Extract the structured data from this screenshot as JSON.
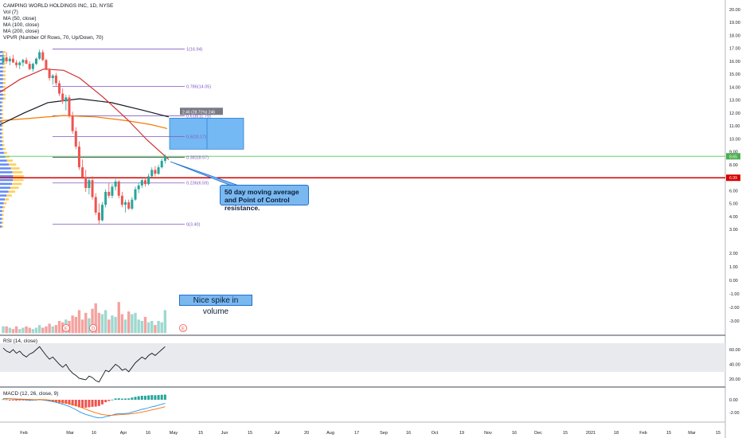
{
  "legend": {
    "title": "CAMPING WORLD HOLDINGS INC, 1D, NYSE",
    "lines": [
      "Vol (7)",
      "MA (50, close)",
      "MA (100, close)",
      "MA (200, close)",
      "VPVR (Number Of Rows, 70, Up/Down, 70)"
    ]
  },
  "panes": {
    "rsi_title": "RSI (14, close)",
    "macd_title": "MACD (12, 26, close, 9)"
  },
  "annotations": {
    "ma_note": "50 day moving average and Point of Control resistance.",
    "volume_note": "Nice spike in volume"
  },
  "price_badges": {
    "current": "8.65",
    "poc": "6.99"
  },
  "colors": {
    "up": "#26a69a",
    "down": "#ef5350",
    "ma50": "#d32f2f",
    "ma100": "#131722",
    "ma200": "#f57c00",
    "fib": "#7e57c2",
    "rsi": "#131722",
    "macd": "#2196f3",
    "signal": "#ff6d00"
  },
  "chart_data": {
    "type": "candlestick",
    "x_axis_labels": [
      "Feb",
      "Mar",
      "16",
      "Apr",
      "16",
      "May",
      "15",
      "Jun",
      "15",
      "Jul",
      "20",
      "Aug",
      "17",
      "Sep",
      "16",
      "Oct",
      "19",
      "Nov",
      "16",
      "Dec",
      "15",
      "2021",
      "18",
      "Feb",
      "15",
      "Mar",
      "15"
    ],
    "price_axis": {
      "min": 2.0,
      "max": 20.0,
      "ticks": [
        "20.00",
        "19.00",
        "18.00",
        "17.00",
        "16.00",
        "15.00",
        "14.00",
        "13.00",
        "12.00",
        "11.00",
        "10.00",
        "9.00",
        "8.00",
        "7.00",
        "6.00",
        "5.00",
        "4.00",
        "3.00"
      ]
    },
    "volume_axis_ticks": [
      "2.00",
      "1.00",
      "0.00",
      "-1.00",
      "-2.00",
      "-3.00"
    ],
    "rsi_axis_ticks": [
      "60.00",
      "40.00",
      "20.00"
    ],
    "macd_axis_ticks": [
      "0.00",
      "-2.00"
    ],
    "fib_levels": [
      {
        "label": "1(16.94)",
        "price": 16.94
      },
      {
        "label": "0.786(14.05)",
        "price": 14.05
      },
      {
        "label": "0.618(11.79)",
        "price": 11.79
      },
      {
        "label": "0.5(10.17)",
        "price": 10.17
      },
      {
        "label": "0.382(8.57)",
        "price": 8.57
      },
      {
        "label": "0.236(6.59)",
        "price": 6.59
      },
      {
        "label": "0(3.40)",
        "price": 3.4
      }
    ],
    "measure_label": "2.46 (28.71%) 246",
    "candles": [
      [
        15.9,
        16.6,
        15.7,
        16.3
      ],
      [
        16.3,
        16.7,
        15.8,
        16.0
      ],
      [
        16.0,
        16.4,
        15.7,
        16.2
      ],
      [
        16.2,
        16.5,
        15.9,
        15.9
      ],
      [
        15.9,
        16.1,
        15.5,
        15.7
      ],
      [
        15.7,
        16.0,
        15.4,
        15.9
      ],
      [
        15.9,
        16.2,
        15.6,
        16.1
      ],
      [
        16.1,
        16.3,
        15.8,
        15.8
      ],
      [
        15.8,
        16.0,
        15.3,
        15.4
      ],
      [
        15.4,
        15.9,
        15.2,
        15.8
      ],
      [
        15.8,
        16.3,
        15.7,
        16.2
      ],
      [
        16.2,
        16.9,
        16.1,
        16.7
      ],
      [
        16.7,
        16.9,
        16.0,
        16.1
      ],
      [
        16.1,
        16.2,
        15.3,
        15.4
      ],
      [
        15.4,
        15.5,
        14.5,
        14.7
      ],
      [
        14.7,
        15.0,
        14.2,
        14.9
      ],
      [
        14.9,
        15.1,
        14.1,
        14.3
      ],
      [
        14.3,
        14.5,
        13.3,
        13.5
      ],
      [
        13.5,
        13.9,
        12.7,
        12.9
      ],
      [
        12.9,
        13.4,
        12.2,
        13.2
      ],
      [
        13.2,
        13.4,
        11.6,
        11.8
      ],
      [
        11.8,
        12.1,
        10.4,
        10.6
      ],
      [
        10.6,
        10.9,
        9.2,
        9.4
      ],
      [
        9.4,
        9.8,
        7.6,
        7.8
      ],
      [
        7.8,
        8.4,
        6.9,
        7.0
      ],
      [
        7.0,
        7.6,
        5.9,
        6.2
      ],
      [
        6.2,
        7.0,
        5.7,
        6.8
      ],
      [
        6.8,
        7.1,
        5.3,
        5.5
      ],
      [
        5.5,
        5.8,
        4.1,
        4.3
      ],
      [
        4.3,
        5.0,
        3.4,
        3.7
      ],
      [
        3.7,
        5.1,
        3.6,
        4.9
      ],
      [
        4.9,
        6.1,
        4.7,
        5.9
      ],
      [
        5.9,
        6.6,
        5.4,
        5.6
      ],
      [
        5.6,
        6.5,
        5.4,
        6.3
      ],
      [
        6.3,
        6.9,
        6.0,
        6.7
      ],
      [
        6.7,
        6.8,
        5.4,
        5.6
      ],
      [
        5.6,
        5.9,
        4.7,
        4.9
      ],
      [
        4.9,
        5.3,
        4.3,
        5.1
      ],
      [
        5.1,
        5.3,
        4.5,
        4.6
      ],
      [
        4.6,
        5.5,
        4.5,
        5.3
      ],
      [
        5.3,
        6.3,
        5.2,
        6.1
      ],
      [
        6.1,
        6.6,
        5.8,
        6.4
      ],
      [
        6.4,
        6.9,
        6.2,
        6.8
      ],
      [
        6.8,
        7.0,
        6.3,
        6.5
      ],
      [
        6.5,
        7.3,
        6.4,
        7.1
      ],
      [
        7.1,
        7.8,
        7.0,
        7.6
      ],
      [
        7.6,
        7.9,
        7.1,
        7.3
      ],
      [
        7.3,
        8.0,
        7.2,
        7.8
      ],
      [
        7.8,
        8.5,
        7.7,
        8.3
      ],
      [
        8.3,
        8.8,
        8.1,
        8.65
      ]
    ],
    "volume": [
      0.5,
      0.5,
      0.4,
      0.3,
      0.5,
      0.3,
      0.4,
      0.5,
      0.4,
      0.3,
      0.4,
      0.6,
      0.4,
      0.5,
      0.7,
      0.5,
      0.6,
      0.9,
      0.8,
      1.0,
      0.9,
      1.3,
      1.2,
      1.7,
      1.0,
      1.5,
      1.1,
      1.8,
      2.2,
      1.5,
      1.4,
      1.7,
      1.0,
      1.3,
      1.2,
      2.3,
      1.4,
      1.0,
      1.6,
      1.4,
      1.5,
      1.0,
      0.9,
      1.2,
      0.8,
      0.9,
      0.6,
      0.9,
      0.8,
      1.7
    ],
    "rsi": [
      62,
      58,
      56,
      60,
      55,
      58,
      53,
      50,
      54,
      56,
      60,
      64,
      58,
      52,
      47,
      50,
      45,
      40,
      36,
      40,
      33,
      28,
      25,
      21,
      20,
      19,
      24,
      22,
      18,
      16,
      24,
      32,
      30,
      35,
      40,
      37,
      32,
      34,
      30,
      36,
      42,
      46,
      50,
      47,
      52,
      55,
      52,
      56,
      60,
      64
    ],
    "macd": [
      0.2,
      0.2,
      0.15,
      0.1,
      0.05,
      0.05,
      0.05,
      0.0,
      -0.05,
      -0.05,
      0.0,
      0.05,
      0.0,
      -0.1,
      -0.2,
      -0.3,
      -0.4,
      -0.55,
      -0.7,
      -0.85,
      -1.05,
      -1.3,
      -1.55,
      -1.85,
      -2.1,
      -2.3,
      -2.45,
      -2.6,
      -2.75,
      -2.85,
      -2.8,
      -2.65,
      -2.55,
      -2.4,
      -2.25,
      -2.2,
      -2.2,
      -2.15,
      -2.1,
      -1.95,
      -1.8,
      -1.65,
      -1.5,
      -1.4,
      -1.25,
      -1.1,
      -1.0,
      -0.85,
      -0.7,
      -0.55
    ],
    "signal": [
      0.15,
      0.16,
      0.16,
      0.15,
      0.13,
      0.11,
      0.1,
      0.08,
      0.05,
      0.03,
      0.02,
      0.02,
      0.02,
      0.0,
      -0.04,
      -0.09,
      -0.15,
      -0.23,
      -0.32,
      -0.43,
      -0.55,
      -0.7,
      -0.87,
      -1.06,
      -1.27,
      -1.47,
      -1.67,
      -1.86,
      -2.04,
      -2.2,
      -2.32,
      -2.39,
      -2.42,
      -2.42,
      -2.39,
      -2.35,
      -2.32,
      -2.28,
      -2.24,
      -2.18,
      -2.11,
      -2.02,
      -1.92,
      -1.82,
      -1.71,
      -1.59,
      -1.47,
      -1.35,
      -1.22,
      -1.09
    ]
  }
}
